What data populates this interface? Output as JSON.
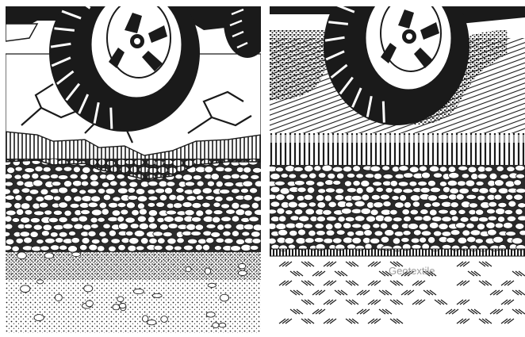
{
  "figure": {
    "panels": [
      {
        "id": "left",
        "subject": "vehicle-tire-on-cracked-pavement-over-gravel-mixed-into-subgrade"
      },
      {
        "id": "right",
        "subject": "vehicle-tire-on-pavement-over-gravel-separated-by-geotextile"
      }
    ],
    "labels": {
      "geotextile": "Geotextile"
    },
    "colors": {
      "ink": "#1a1a1a",
      "paper": "#ffffff",
      "label": "#9a9a9a"
    }
  }
}
